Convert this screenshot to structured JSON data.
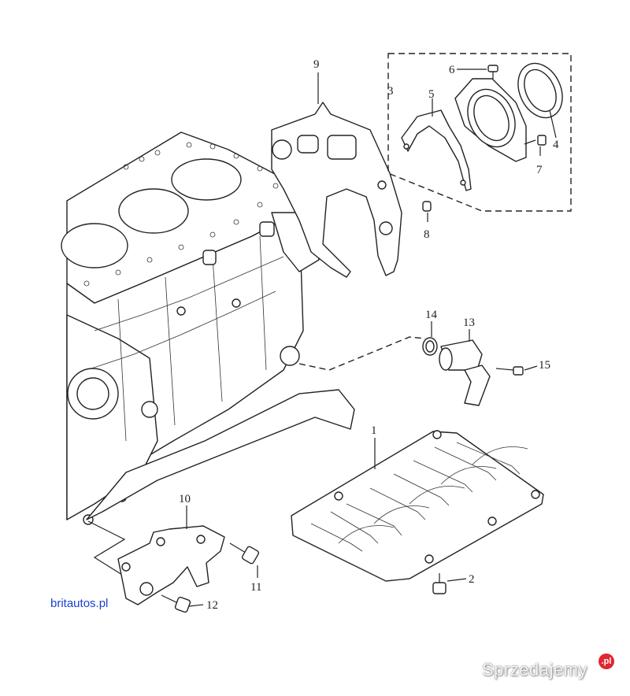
{
  "callouts": {
    "c1": "1",
    "c2": "2",
    "c3": "3",
    "c4": "4",
    "c5": "5",
    "c6": "6",
    "c7": "7",
    "c8": "8",
    "c9": "9",
    "c10": "10",
    "c11": "11",
    "c12": "12",
    "c13": "13",
    "c14": "14",
    "c15": "15"
  },
  "source_text": "britautos.pl",
  "watermark": {
    "text": "Sprzedajemy",
    "badge": ".pl"
  },
  "colors": {
    "line": "#222222",
    "link": "#1a3fd6",
    "badge": "#e0262f"
  }
}
